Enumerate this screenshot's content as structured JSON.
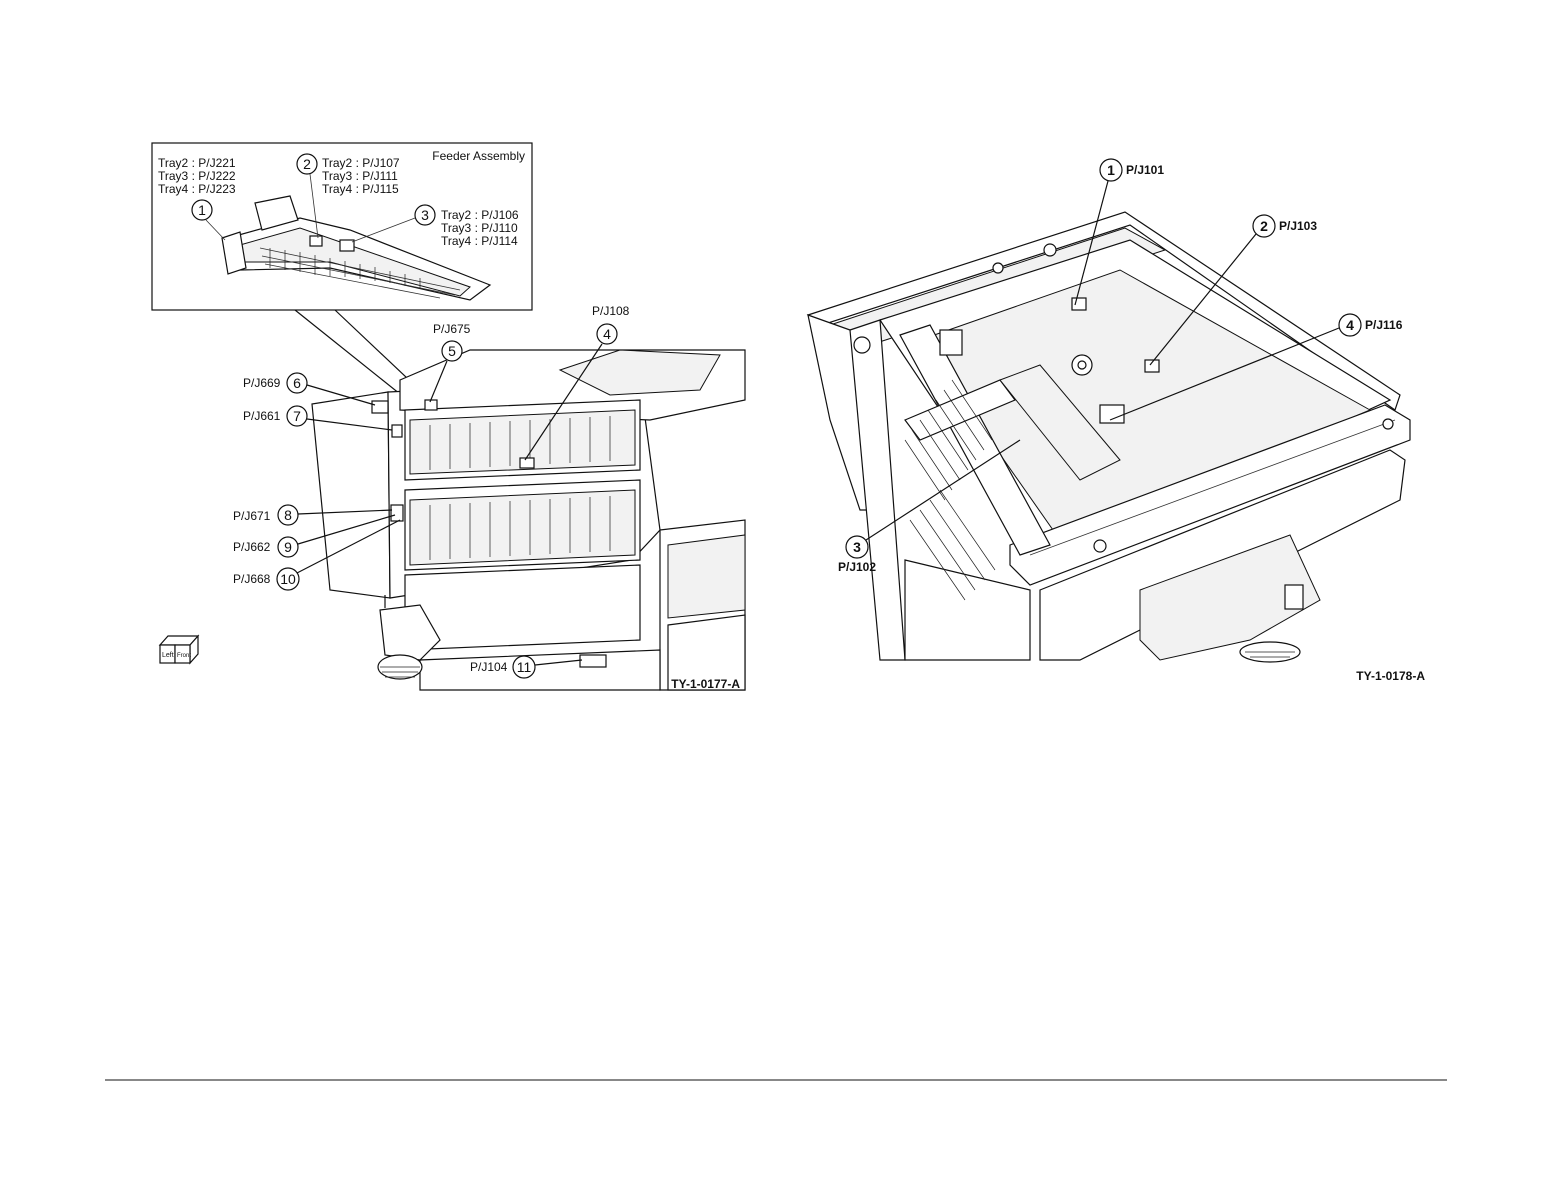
{
  "left_figure": {
    "inset_title": "Feeder Assembly",
    "inset_list_a": [
      "Tray2 : P/J221",
      "Tray3 : P/J222",
      "Tray4 : P/J223"
    ],
    "inset_list_b": [
      "Tray2 : P/J107",
      "Tray3 : P/J111",
      "Tray4 : P/J115"
    ],
    "inset_list_c": [
      "Tray2 : P/J106",
      "Tray3 : P/J110",
      "Tray4 : P/J114"
    ],
    "inset_callouts": [
      "1",
      "2",
      "3"
    ],
    "callouts": [
      {
        "num": "4",
        "label": "P/J108"
      },
      {
        "num": "5",
        "label": "P/J675"
      },
      {
        "num": "6",
        "label": "P/J669"
      },
      {
        "num": "7",
        "label": "P/J661"
      },
      {
        "num": "8",
        "label": "P/J671"
      },
      {
        "num": "9",
        "label": "P/J662"
      },
      {
        "num": "10",
        "label": "P/J668"
      },
      {
        "num": "11",
        "label": "P/J104"
      }
    ],
    "orientation_cube": {
      "left": "Left",
      "front": "Front"
    },
    "figure_id": "TY-1-0177-A"
  },
  "right_figure": {
    "callouts": [
      {
        "num": "1",
        "label": "P/J101"
      },
      {
        "num": "2",
        "label": "P/J103"
      },
      {
        "num": "3",
        "label": "P/J102"
      },
      {
        "num": "4",
        "label": "P/J116"
      }
    ],
    "figure_id": "TY-1-0178-A"
  }
}
